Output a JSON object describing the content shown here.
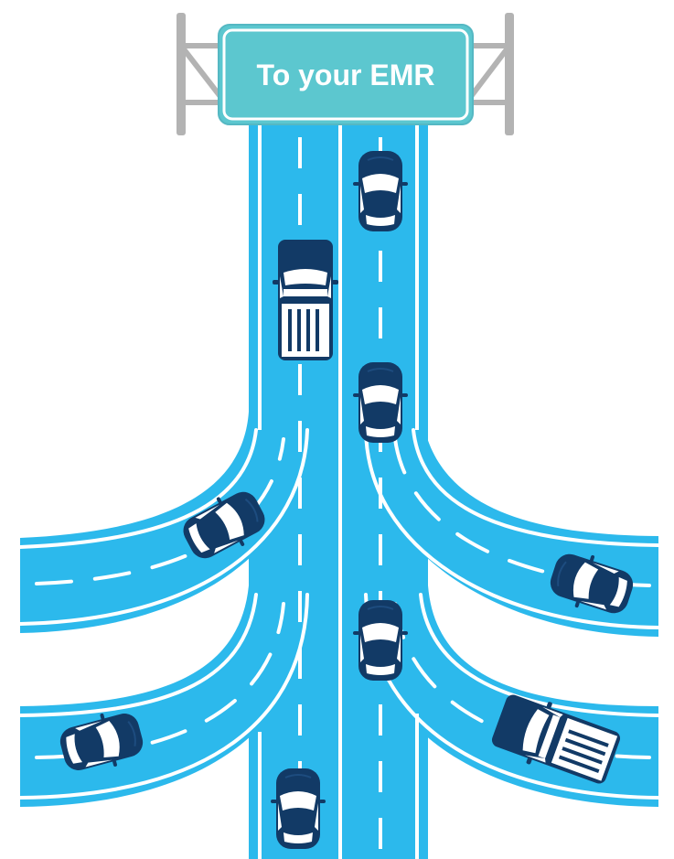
{
  "sign": {
    "label": "To your EMR"
  },
  "colors": {
    "road": "#2cb9ec",
    "road_edge": "#ffffff",
    "lane_dash": "#ffffff",
    "sign_fill": "#5cc7cf",
    "sign_border": "#ffffff",
    "sign_outline": "#55b8c3",
    "gantry": "#b3b3b3",
    "vehicle_body": "#123a66",
    "vehicle_glass": "#ffffff"
  },
  "vehicles": [
    {
      "kind": "car",
      "icon": "car-icon"
    },
    {
      "kind": "pickup-truck",
      "icon": "pickup-truck-icon"
    },
    {
      "kind": "car",
      "icon": "car-icon"
    },
    {
      "kind": "car",
      "icon": "car-icon"
    },
    {
      "kind": "car",
      "icon": "car-icon"
    },
    {
      "kind": "car",
      "icon": "car-icon"
    },
    {
      "kind": "car",
      "icon": "car-icon"
    },
    {
      "kind": "pickup-truck",
      "icon": "pickup-truck-icon"
    },
    {
      "kind": "car",
      "icon": "car-icon"
    }
  ]
}
